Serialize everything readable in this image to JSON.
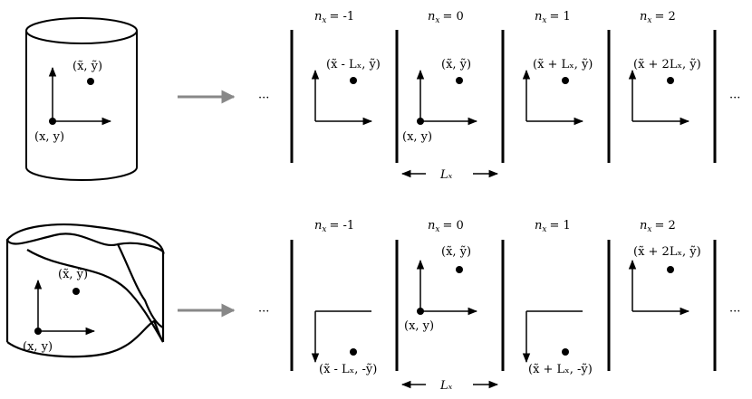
{
  "top_row": {
    "cylinder": {
      "point_label": "(x̃, ỹ)",
      "origin_label": "(x, y)"
    },
    "arrow_ellipsis": "···",
    "end_ellipsis": "···",
    "cells": [
      {
        "nx_label": "n",
        "nx_sub": "x",
        "nx_value": "= -1",
        "point_label": "(x̃ - Lₓ, ỹ)"
      },
      {
        "nx_label": "n",
        "nx_sub": "x",
        "nx_value": "= 0",
        "point_label": "(x̃, ỹ)",
        "origin_label": "(x, y)"
      },
      {
        "nx_label": "n",
        "nx_sub": "x",
        "nx_value": "= 1",
        "point_label": "(x̃ + Lₓ, ỹ)"
      },
      {
        "nx_label": "n",
        "nx_sub": "x",
        "nx_value": "= 2",
        "point_label": "(x̃ + 2Lₓ, ỹ)"
      }
    ],
    "period_label": "Lₓ"
  },
  "bottom_row": {
    "mobius": {
      "point_label": "(x̃, ỹ)",
      "origin_label": "(x, y)"
    },
    "arrow_ellipsis": "···",
    "end_ellipsis": "···",
    "cells": [
      {
        "nx_label": "n",
        "nx_sub": "x",
        "nx_value": "= -1",
        "point_label": "(x̃ - Lₓ, -ỹ)",
        "flipped": true
      },
      {
        "nx_label": "n",
        "nx_sub": "x",
        "nx_value": "= 0",
        "point_label": "(x̃, ỹ)",
        "origin_label": "(x, y)",
        "flipped": false
      },
      {
        "nx_label": "n",
        "nx_sub": "x",
        "nx_value": "= 1",
        "point_label": "(x̃ + Lₓ, -ỹ)",
        "flipped": true
      },
      {
        "nx_label": "n",
        "nx_sub": "x",
        "nx_value": "= 2",
        "point_label": "(x̃ + 2Lₓ, ỹ)",
        "flipped": false
      }
    ],
    "period_label": "Lₓ"
  }
}
